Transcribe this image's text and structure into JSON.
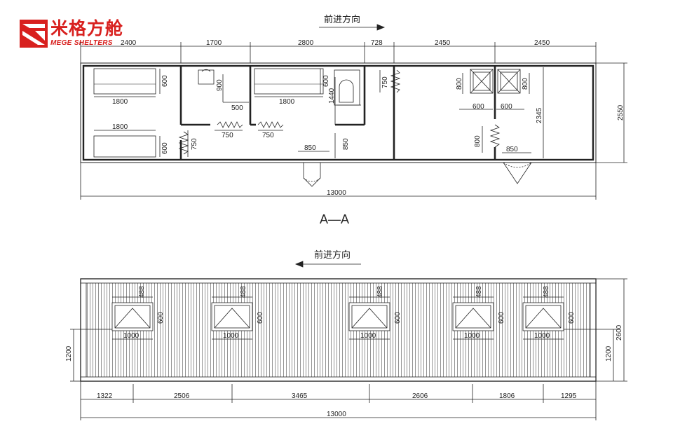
{
  "brand": {
    "name_cn": "米格方舱",
    "name_en": "MEGE SHELTERS",
    "color": "#d8201e"
  },
  "plan_top": {
    "direction_label": "前进方向",
    "direction": "right",
    "section_label": "A—A",
    "top_dims": [
      "2400",
      "1700",
      "2800",
      "728",
      "2450",
      "2450"
    ],
    "overall_length": "13000",
    "overall_width": "2550",
    "interior_labels": {
      "bed_length_1": "1800",
      "bed_length_2": "1800",
      "bed_length_3": "1800",
      "bed_width_1": "600",
      "bed_width_2": "600",
      "bed_width_3": "600",
      "toilet_depth": "900",
      "toilet_width": "500",
      "shower_depth": "1440",
      "window_a": "750",
      "window_b": "750",
      "window_c": "750",
      "window_d": "750",
      "door_a": "850",
      "door_b": "850",
      "door_a_offset": "850",
      "vent_h_1": "800",
      "vent_h_2": "800",
      "vent_h_3": "800",
      "vent_w_1": "600",
      "vent_w_2": "600",
      "room_depth": "2345"
    }
  },
  "elevation": {
    "direction_label": "前进方向",
    "direction": "left",
    "window_top_dims": [
      "488",
      "488",
      "488",
      "488",
      "488"
    ],
    "window_height_dims": [
      "600",
      "600",
      "600",
      "600",
      "600"
    ],
    "window_width_dims": [
      "1000",
      "1000",
      "1000",
      "1000",
      "1000"
    ],
    "sill_height": "1200",
    "overall_height": "2600",
    "bottom_dims": [
      "1322",
      "2506",
      "3465",
      "2606",
      "1806",
      "1295"
    ],
    "overall_length": "13000"
  }
}
